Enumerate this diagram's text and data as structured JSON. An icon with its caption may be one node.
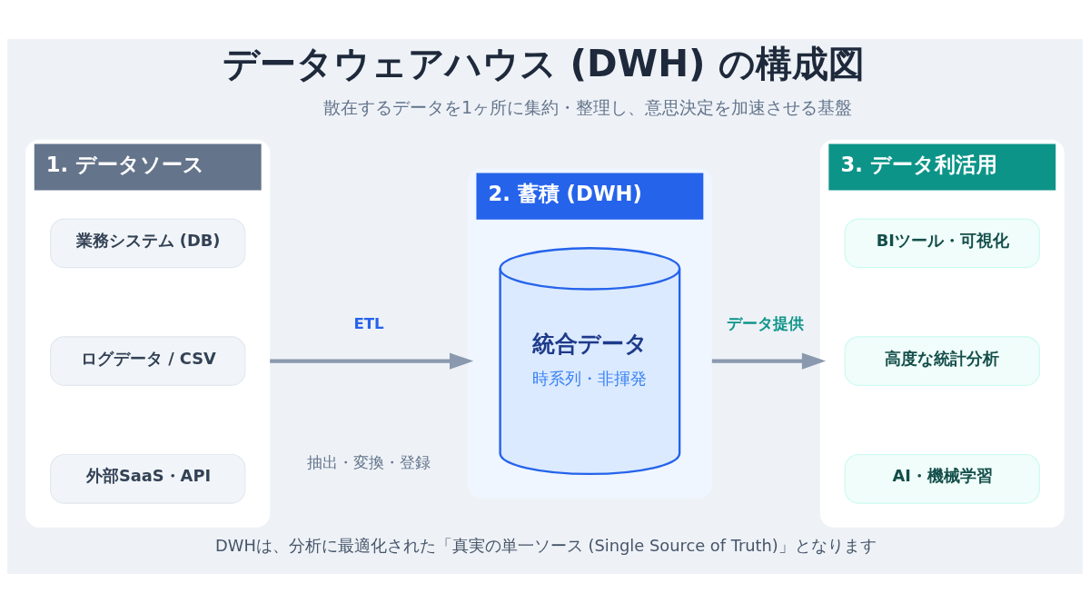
{
  "diagram": {
    "title": "データウェアハウス (DWH) の構成図",
    "caption": "DWHは、分析に最適化された「真実の単一ソース (Single Source of Truth)」となります",
    "nodes": [
      {
        "text": [
          "1. データソース"
        ]
      },
      {
        "text": [
          "業務システム (DB)"
        ],
        "in": 0
      },
      {
        "text": [
          "ログデータ / CSV"
        ],
        "in": 0
      },
      {
        "text": [
          "外部SaaS・API"
        ],
        "in": 0
      },
      {
        "text": [
          "2. 蓄積 (DWH)"
        ]
      },
      {
        "text": [
          "統合データ",
          "時系列・非揮発"
        ],
        "in": 4
      },
      {
        "text": [
          "3. データ利活用"
        ]
      },
      {
        "text": [
          "BIツール・可視化"
        ],
        "in": 6
      },
      {
        "text": [
          "高度な統計分析"
        ],
        "in": 6
      },
      {
        "text": [
          "AI・機械学習"
        ],
        "in": 6
      }
    ],
    "edges": [
      {
        "from": 0,
        "to": 4,
        "arrow": "to",
        "label": "ETL"
      },
      {
        "from": 4,
        "to": 6,
        "arrow": "to",
        "label": "データ提供"
      }
    ],
    "labels": [
      "散在するデータを1ヶ所に集約・整理し、意思決定を加速させる基盤",
      "抽出・変換・登録"
    ]
  }
}
